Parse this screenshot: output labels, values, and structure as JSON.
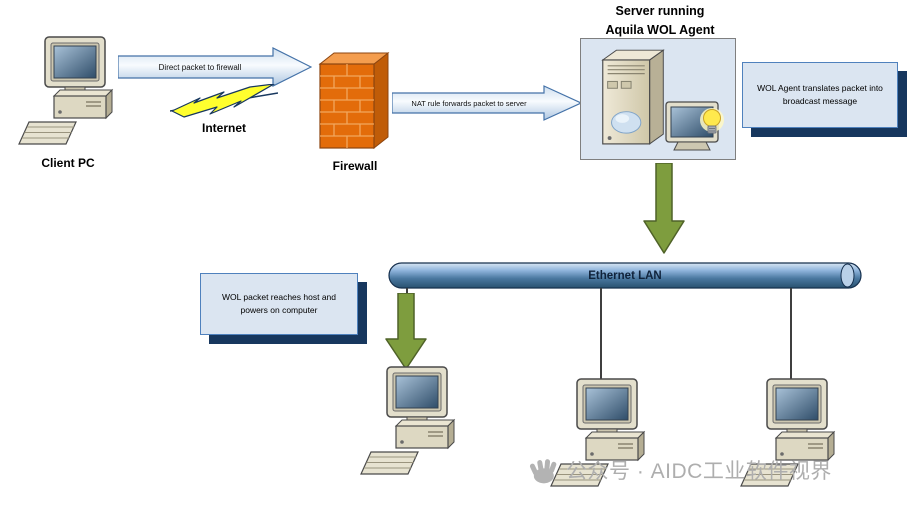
{
  "nodes": {
    "client_pc": {
      "label": "Client PC"
    },
    "internet": {
      "label": "Internet"
    },
    "firewall": {
      "label": "Firewall"
    },
    "server": {
      "title_line1": "Server running",
      "title_line2": "Aquila WOL Agent"
    },
    "ethernet_lan": {
      "label": "Ethernet LAN"
    }
  },
  "flows": {
    "direct_packet": {
      "label": "Direct packet to firewall"
    },
    "nat_rule": {
      "label": "NAT rule forwards packet to server"
    }
  },
  "callouts": {
    "translate": {
      "text": "WOL Agent translates packet into broadcast message"
    },
    "reach": {
      "text": "WOL packet reaches host and powers on computer"
    }
  },
  "watermark": {
    "text": "公众号 · AIDC工业软件视界"
  },
  "colors": {
    "callout_bg": "#dbe5f1",
    "callout_shadow": "#17375e",
    "callout_border": "#4f81bd",
    "flow_arrow_border": "#4472a8",
    "green_arrow": "#7e9d3e",
    "green_arrow_border": "#4f6228",
    "firewall_orange": "#e36c0a",
    "lan_blue": "#49779f",
    "server_box_bg": "#dbe5f1",
    "lightning_yellow": "#ffff2e"
  }
}
